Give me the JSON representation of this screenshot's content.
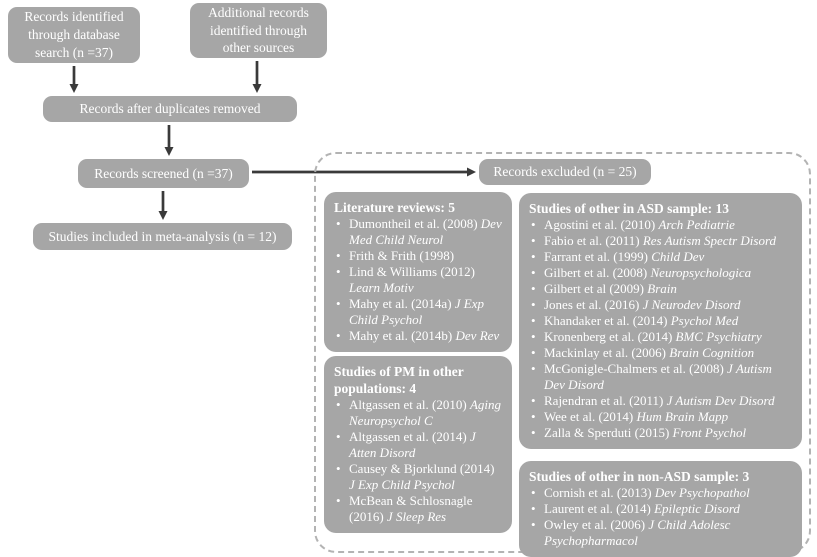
{
  "diagram": {
    "flow_boxes": {
      "identified_db": "Records identified through database search (n =37)",
      "identified_other": "Additional records identified through other sources",
      "duplicates_removed": "Records after duplicates removed",
      "screened": "Records screened (n =37)",
      "included": "Studies included in meta-analysis (n = 12)",
      "excluded": "Records excluded (n = 25)"
    },
    "excluded_groups": [
      {
        "column": "left",
        "title": "Literature reviews: 5",
        "items": [
          {
            "ref": "Dumontheil et al. (2008)",
            "journal": "Dev Med Child Neurol"
          },
          {
            "ref": "Frith & Frith (1998)",
            "journal": ""
          },
          {
            "ref": "Lind & Williams (2012)",
            "journal": "Learn Motiv"
          },
          {
            "ref": "Mahy et al. (2014a)",
            "journal": "J Exp Child Psychol"
          },
          {
            "ref": "Mahy et al. (2014b)",
            "journal": "Dev Rev"
          }
        ]
      },
      {
        "column": "left",
        "title": "Studies of PM in other populations: 4",
        "items": [
          {
            "ref": "Altgassen et al. (2010)",
            "journal": "Aging Neuropsychol C"
          },
          {
            "ref": "Altgassen et al. (2014)",
            "journal": "J Atten Disord"
          },
          {
            "ref": "Causey & Bjorklund (2014)",
            "journal": "J Exp Child Psychol"
          },
          {
            "ref": "McBean & Schlosnagle (2016)",
            "journal": "J Sleep Res"
          }
        ]
      },
      {
        "column": "right",
        "title": "Studies of other in ASD sample: 13",
        "items": [
          {
            "ref": "Agostini et al. (2010)",
            "journal": "Arch Pediatrie"
          },
          {
            "ref": "Fabio et al. (2011)",
            "journal": "Res Autism Spectr Disord"
          },
          {
            "ref": "Farrant et al. (1999)",
            "journal": "Child Dev"
          },
          {
            "ref": "Gilbert et al. (2008)",
            "journal": "Neuropsychologica"
          },
          {
            "ref": "Gilbert et al (2009)",
            "journal": "Brain"
          },
          {
            "ref": "Jones et al. (2016)",
            "journal": "J Neurodev Disord"
          },
          {
            "ref": "Khandaker et al. (2014)",
            "journal": "Psychol Med"
          },
          {
            "ref": "Kronenberg et al. (2014)",
            "journal": "BMC Psychiatry"
          },
          {
            "ref": "Mackinlay et al. (2006)",
            "journal": "Brain Cognition"
          },
          {
            "ref": "McGonigle-Chalmers et al. (2008)",
            "journal": "J Autism Dev Disord"
          },
          {
            "ref": "Rajendran et al. (2011)",
            "journal": "J Autism Dev Disord"
          },
          {
            "ref": "Wee et al. (2014)",
            "journal": "Hum Brain Mapp"
          },
          {
            "ref": "Zalla & Sperduti (2015)",
            "journal": "Front Psychol"
          }
        ]
      },
      {
        "column": "right",
        "title": "Studies of other in non-ASD sample: 3",
        "items": [
          {
            "ref": "Cornish et al. (2013)",
            "journal": "Dev Psychopathol"
          },
          {
            "ref": "Laurent et al. (2014)",
            "journal": "Epileptic Disord"
          },
          {
            "ref": "Owley et al. (2006)",
            "journal": "J Child Adolesc Psychopharmacol"
          }
        ]
      }
    ],
    "colors": {
      "background": "#ffffff",
      "box_fill": "#a6a6a6",
      "box_text": "#ffffff",
      "arrow": "#3a3a3a",
      "dashed_border": "#b3b3b3"
    }
  }
}
